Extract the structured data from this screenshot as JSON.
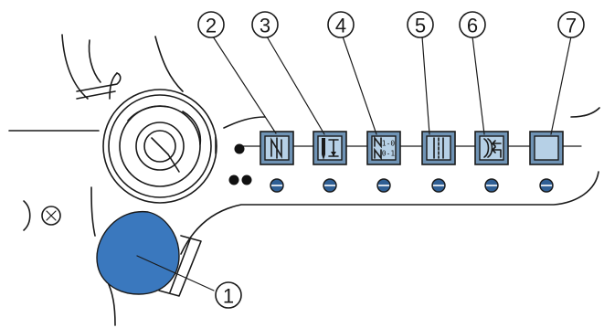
{
  "colors": {
    "button_outer": "#6f93b5",
    "button_inner": "#b6d0e6",
    "knob": "#3a78be",
    "led": "#2f5f95",
    "line": "#1a1a1a"
  },
  "callouts": [
    {
      "id": "1",
      "label": "1",
      "target": "knob"
    },
    {
      "id": "2",
      "label": "2",
      "target": "button-n"
    },
    {
      "id": "3",
      "label": "3",
      "target": "button-needle"
    },
    {
      "id": "4",
      "label": "4",
      "target": "button-mirror"
    },
    {
      "id": "5",
      "label": "5",
      "target": "button-stitch"
    },
    {
      "id": "6",
      "label": "6",
      "target": "button-feed"
    },
    {
      "id": "7",
      "label": "7",
      "target": "button-blank"
    }
  ],
  "buttons": [
    {
      "id": "button-n",
      "icon": "reverse-stitch-icon"
    },
    {
      "id": "button-needle",
      "icon": "needle-position-icon"
    },
    {
      "id": "button-mirror",
      "icon": "mirror-image-icon",
      "top_text": "1-0",
      "bottom_text": "0-1"
    },
    {
      "id": "button-stitch",
      "icon": "stitch-icon"
    },
    {
      "id": "button-feed",
      "icon": "feed-icon"
    },
    {
      "id": "button-blank",
      "icon": "blank-icon"
    }
  ],
  "indicators": {
    "single_dot": "single-dot-icon",
    "double_dot": "double-dot-icon"
  },
  "side_symbol": {
    "icon": "cross-circle-icon"
  }
}
